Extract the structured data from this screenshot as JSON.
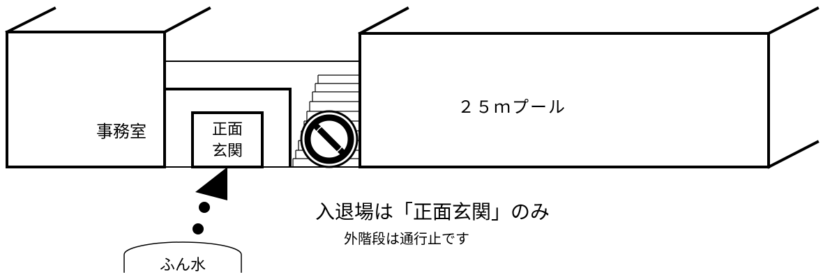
{
  "labels": {
    "office": "事務室",
    "main_entrance_line1": "正面",
    "main_entrance_line2": "玄関",
    "pool": "２５ｍプール",
    "fountain": "ふん水",
    "notice_main": "入退場は「正面玄関」のみ",
    "notice_sub": "外階段は通行止です"
  },
  "icons": {
    "prohibited": "no-entry-icon",
    "direction": "arrow-up-icon"
  },
  "colors": {
    "line": "#000000",
    "background": "#ffffff"
  }
}
